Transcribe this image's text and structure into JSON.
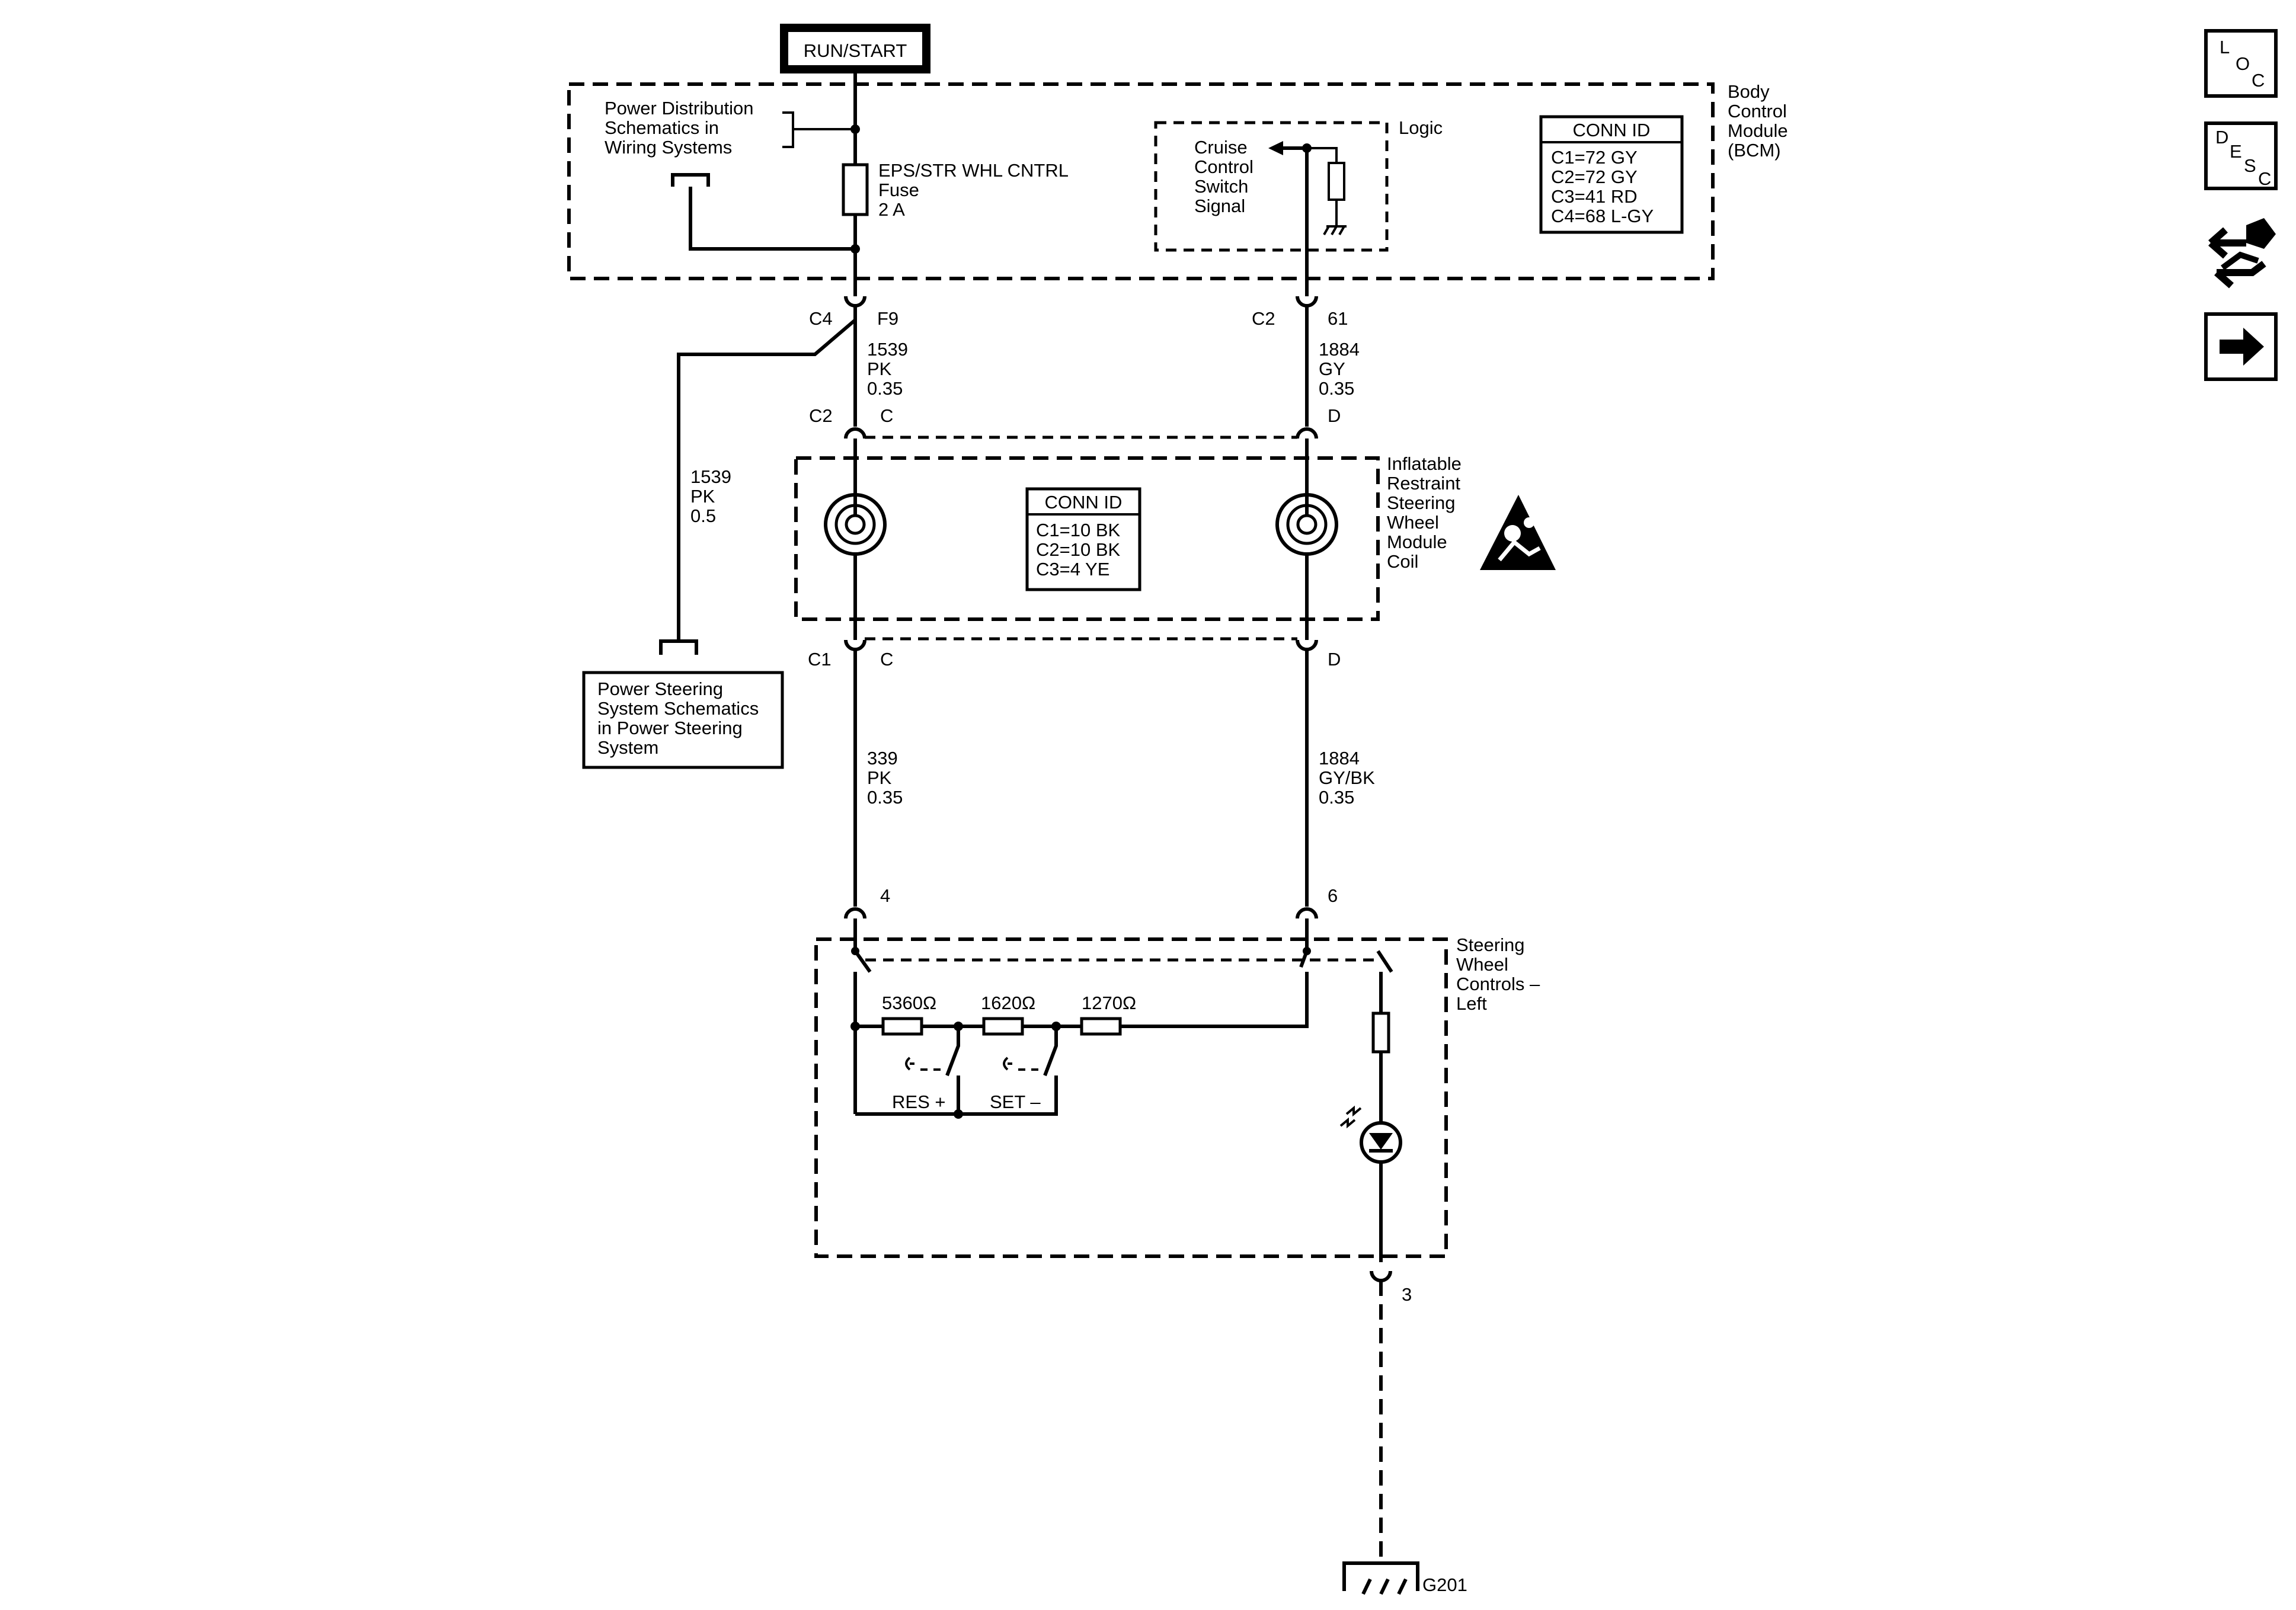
{
  "power_source": "RUN/START",
  "bcm": {
    "label": [
      "Body",
      "Control",
      "Module",
      "(BCM)"
    ],
    "power_ref": [
      "Power Distribution",
      "Schematics in",
      "Wiring Systems"
    ],
    "fuse": [
      "EPS/STR WHL CNTRL",
      "Fuse",
      "2 A"
    ],
    "logic_label": "Logic",
    "cruise_signal": [
      "Cruise",
      "Control",
      "Switch",
      "Signal"
    ],
    "conn_id_title": "CONN ID",
    "conn_ids": [
      "C1=72 GY",
      "C2=72 GY",
      "C3=41 RD",
      "C4=68 L-GY"
    ]
  },
  "connectors": {
    "bcm_c4": "C4",
    "bcm_f9": "F9",
    "bcm_c2": "C2",
    "bcm_61": "61",
    "coil_top_c2": "C2",
    "coil_top_c": "C",
    "coil_top_d": "D",
    "coil_bottom_c1": "C1",
    "coil_bottom_c": "C",
    "coil_bottom_d": "D",
    "swc_pin_4": "4",
    "swc_pin_6": "6",
    "swc_pin_3": "3"
  },
  "wires": {
    "w1539_top": [
      "1539",
      "PK",
      "0.35"
    ],
    "w1884_top": [
      "1884",
      "GY",
      "0.35"
    ],
    "w1539_branch": [
      "1539",
      "PK",
      "0.5"
    ],
    "w339": [
      "339",
      "PK",
      "0.35"
    ],
    "w1884_bottom": [
      "1884",
      "GY/BK",
      "0.35"
    ]
  },
  "coil": {
    "label": [
      "Inflatable",
      "Restraint",
      "Steering",
      "Wheel",
      "Module",
      "Coil"
    ],
    "conn_id_title": "CONN ID",
    "conn_ids": [
      "C1=10 BK",
      "C2=10 BK",
      "C3=4 YE"
    ]
  },
  "power_steering_ref": [
    "Power Steering",
    "System Schematics",
    "in Power Steering",
    "System"
  ],
  "swc": {
    "label": [
      "Steering",
      "Wheel",
      "Controls –",
      "Left"
    ],
    "resistors": [
      "5360Ω",
      "1620Ω",
      "1270Ω"
    ],
    "switches": [
      "RES +",
      "SET –"
    ]
  },
  "ground": "G201",
  "side_icons": {
    "loc": [
      "L",
      "O",
      "C"
    ],
    "desc": [
      "D",
      "E",
      "S",
      "C"
    ],
    "icons": [
      "loc-button-icon",
      "desc-button-icon",
      "connector-end-view-icon",
      "next-page-arrow-icon"
    ]
  },
  "colors": {
    "line": "#000000",
    "background": "#ffffff"
  }
}
